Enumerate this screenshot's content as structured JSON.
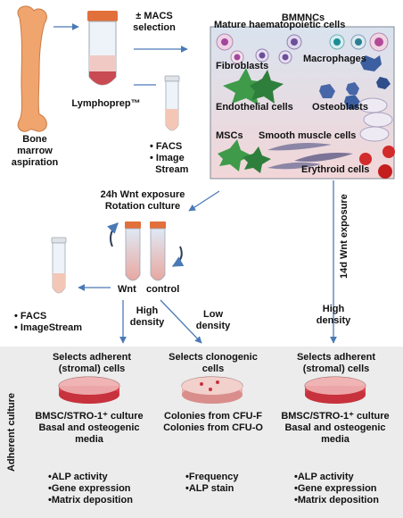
{
  "top": {
    "bone_marrow": "Bone marrow\naspiration",
    "macs": "± MACS\nselection",
    "lymphoprep": "Lymphoprep™",
    "bmmnc_title": "BMMNCs",
    "facs_image_stream": [
      "• FACS",
      "• Image",
      "  Stream"
    ]
  },
  "cells": {
    "mature": "Mature haematopoietic cells",
    "fibroblasts": "Fibroblasts",
    "macrophages": "Macrophages",
    "endothelial": "Endothelial cells",
    "osteoblasts": "Osteoblasts",
    "mscs": "MSCs",
    "smooth": "Smooth muscle cells",
    "erythroid": "Erythroid cells"
  },
  "middle": {
    "wnt24": "24h Wnt exposure\nRotation culture",
    "wnt14": "14d Wnt exposure",
    "wnt_label": "Wnt",
    "control_label": "control",
    "facs2": [
      "• FACS",
      "• ImageStream"
    ],
    "high_density_left": "High\ndensity",
    "low_density": "Low\ndensity",
    "high_density_right": "High\ndensity"
  },
  "adherent": {
    "side_label": "Adherent culture",
    "col1_title": "Selects adherent\n(stromal) cells",
    "col2_title": "Selects clonogenic\ncells",
    "col3_title": "Selects adherent\n(stromal) cells",
    "col1_culture": "BMSC/STRO-1⁺ culture\nBasal and osteogenic\nmedia",
    "col2_culture": "Colonies from CFU-F\nColonies from CFU-O",
    "col3_culture": "BMSC/STRO-1⁺ culture\nBasal and osteogenic\nmedia",
    "col1_assays": [
      "•ALP activity",
      "•Gene expression",
      "•Matrix deposition"
    ],
    "col2_assays": [
      "•Frequency",
      "•ALP stain"
    ],
    "col3_assays": [
      "•ALP activity",
      "•Gene expression",
      "•Matrix deposition"
    ]
  },
  "colors": {
    "arrow": "#4a79b6",
    "bone": "#f0a56e",
    "tube_cap": "#e2703a",
    "medium": "#e8b8a8",
    "dish_red": "#d9424d",
    "panel": "#ececec"
  }
}
